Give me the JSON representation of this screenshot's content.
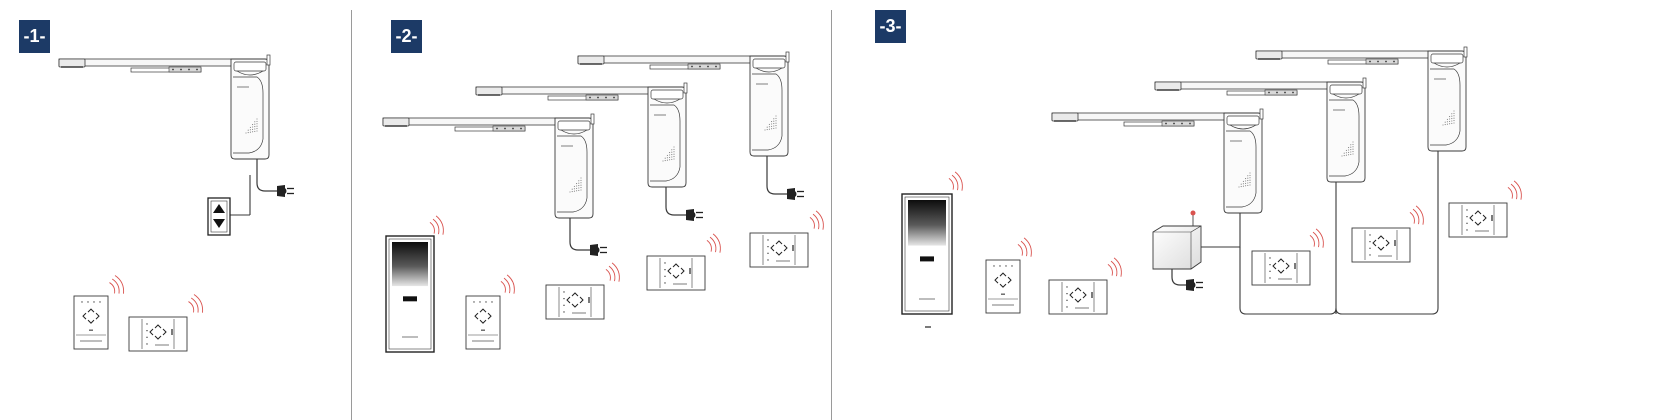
{
  "panels": [
    {
      "label": "-1-",
      "color": "#1c3a66"
    },
    {
      "label": "-2-",
      "color": "#1c3a66"
    },
    {
      "label": "-3-",
      "color": "#1c3a66"
    }
  ],
  "colors": {
    "badge": "#1c3a66",
    "divider": "#9a9a9a",
    "line": "#3a3a3a",
    "signal": "#d9534f",
    "antenna": "#d9534f"
  },
  "icons": [
    "door-operator-icon",
    "power-plug-icon",
    "wall-switch-icon",
    "keypad-remote-icon",
    "wall-remote-icon",
    "wall-panel-icon",
    "control-box-icon",
    "signal-waves-icon"
  ]
}
